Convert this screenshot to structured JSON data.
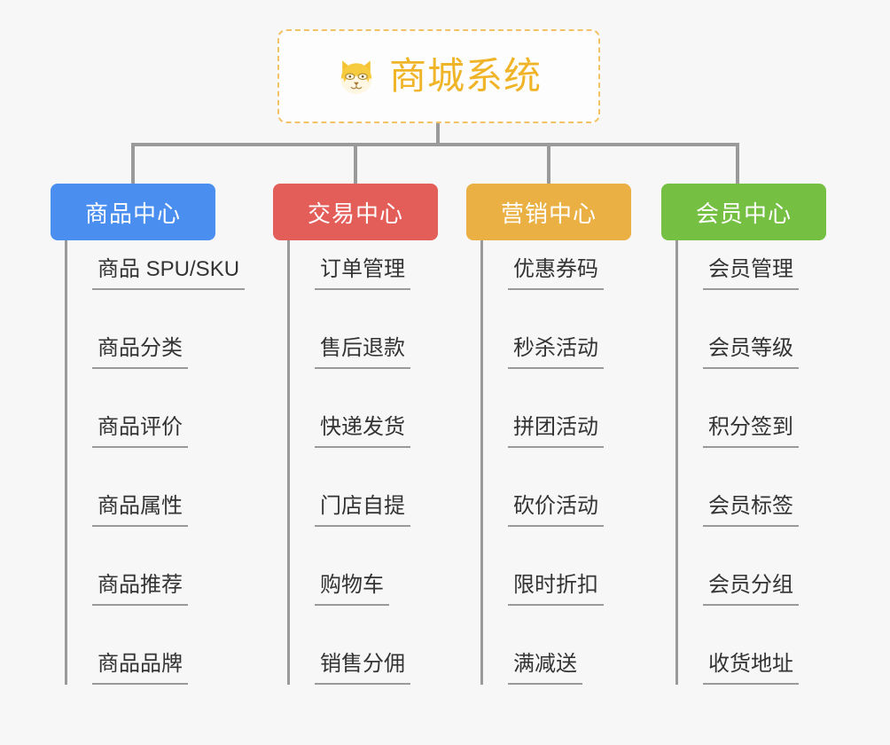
{
  "diagram": {
    "type": "mindmap-tree",
    "background_color": "#f7f7f7",
    "root": {
      "title": "商城系统",
      "icon": "shiba-dog-face-emoji",
      "border_color": "#f2c366",
      "text_color": "#f0b429"
    },
    "branches": [
      {
        "label": "商品中心",
        "color": "#4a8ef0",
        "items": [
          "商品 SPU/SKU",
          "商品分类",
          "商品评价",
          "商品属性",
          "商品推荐",
          "商品品牌"
        ]
      },
      {
        "label": "交易中心",
        "color": "#e35d59",
        "items": [
          "订单管理",
          "售后退款",
          "快递发货",
          "门店自提",
          "购物车",
          "销售分佣"
        ]
      },
      {
        "label": "营销中心",
        "color": "#eab043",
        "items": [
          "优惠券码",
          "秒杀活动",
          "拼团活动",
          "砍价活动",
          "限时折扣",
          "满减送"
        ]
      },
      {
        "label": "会员中心",
        "color": "#75c043",
        "items": [
          "会员管理",
          "会员等级",
          "积分签到",
          "会员标签",
          "会员分组",
          "收货地址"
        ]
      }
    ],
    "connector_color": "#9a9a9a"
  }
}
